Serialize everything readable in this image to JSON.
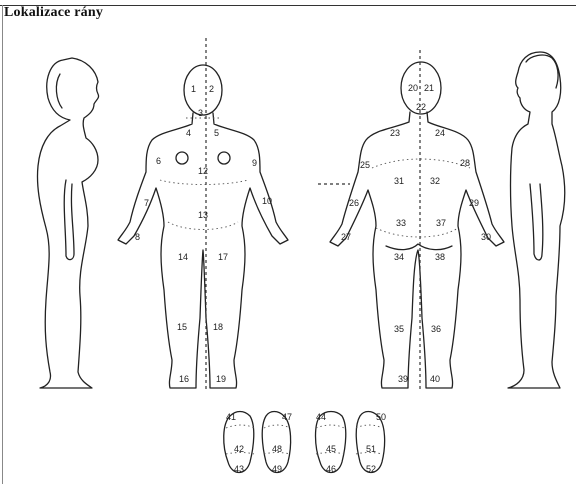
{
  "title": "Lokalizace rány",
  "regions": [
    {
      "n": "1"
    },
    {
      "n": "2"
    },
    {
      "n": "3"
    },
    {
      "n": "4"
    },
    {
      "n": "5"
    },
    {
      "n": "6"
    },
    {
      "n": "7"
    },
    {
      "n": "8"
    },
    {
      "n": "9"
    },
    {
      "n": "10"
    },
    {
      "n": "12"
    },
    {
      "n": "13"
    },
    {
      "n": "14"
    },
    {
      "n": "15"
    },
    {
      "n": "16"
    },
    {
      "n": "17"
    },
    {
      "n": "18"
    },
    {
      "n": "19"
    },
    {
      "n": "20"
    },
    {
      "n": "21"
    },
    {
      "n": "22"
    },
    {
      "n": "23"
    },
    {
      "n": "24"
    },
    {
      "n": "25"
    },
    {
      "n": "26"
    },
    {
      "n": "27"
    },
    {
      "n": "28"
    },
    {
      "n": "29"
    },
    {
      "n": "30"
    },
    {
      "n": "31"
    },
    {
      "n": "32"
    },
    {
      "n": "33"
    },
    {
      "n": "34"
    },
    {
      "n": "35"
    },
    {
      "n": "36"
    },
    {
      "n": "37"
    },
    {
      "n": "38"
    },
    {
      "n": "39"
    },
    {
      "n": "40"
    },
    {
      "n": "41"
    },
    {
      "n": "42"
    },
    {
      "n": "43"
    },
    {
      "n": "44"
    },
    {
      "n": "45"
    },
    {
      "n": "46"
    },
    {
      "n": "47"
    },
    {
      "n": "48"
    },
    {
      "n": "49"
    },
    {
      "n": "50"
    },
    {
      "n": "51"
    },
    {
      "n": "52"
    }
  ]
}
